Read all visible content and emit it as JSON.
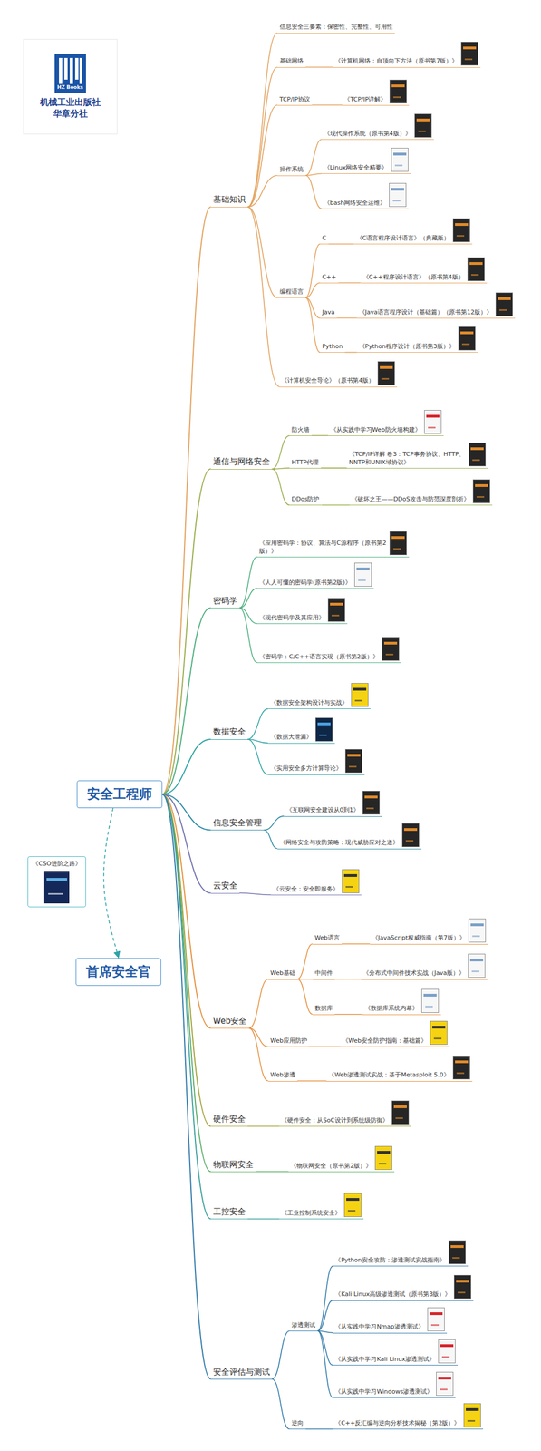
{
  "diagram": {
    "nodes": [
      {
        "text": [
          "HZ Books",
          "机械工业出版社 华章分社"
        ]
      },
      {
        "text": [
          "安全工程师"
        ]
      },
      {
        "text": [
          "首席安全官"
        ]
      },
      {
        "text": [
          "《CSO进阶之路》"
        ]
      },
      {
        "text": [
          "基础知识"
        ]
      },
      {
        "text": [
          "信息安全三要素：保密性、完整性、可用性"
        ]
      },
      {
        "text": [
          "基础网络"
        ]
      },
      {
        "text": [
          "《计算机网络：自顶向下方法（原书第7版）》"
        ]
      },
      {
        "text": [
          "TCP/IP协议"
        ]
      },
      {
        "text": [
          "《TCP/IP详解》"
        ]
      },
      {
        "text": [
          "操作系统"
        ]
      },
      {
        "text": [
          "《现代操作系统（原书第4版）》"
        ]
      },
      {
        "text": [
          "《Linux网络安全精要》"
        ]
      },
      {
        "text": [
          "《bash网络安全运维》"
        ]
      },
      {
        "text": [
          "编程语言"
        ]
      },
      {
        "text": [
          "C"
        ]
      },
      {
        "text": [
          "《C语言程序设计语言》（典藏版）"
        ]
      },
      {
        "text": [
          "C++"
        ]
      },
      {
        "text": [
          "《C++程序设计语言》（原书第4版）"
        ]
      },
      {
        "text": [
          "Java"
        ]
      },
      {
        "text": [
          "《Java语言程序设计（基础篇）（原书第12版）》"
        ]
      },
      {
        "text": [
          "Python"
        ]
      },
      {
        "text": [
          "《Python程序设计（原书第3版）》"
        ]
      },
      {
        "text": [
          "《计算机安全导论》（原书第4版）"
        ]
      },
      {
        "text": [
          "通信与网络安全"
        ]
      },
      {
        "text": [
          "防火墙"
        ]
      },
      {
        "text": [
          "《从实践中学习Web防火墙构建》"
        ]
      },
      {
        "text": [
          "HTTP代理"
        ]
      },
      {
        "text": [
          "《TCP/IP详解 卷3：TCP事务协议、HTTP、NNTP和UNIX域协议》"
        ]
      },
      {
        "text": [
          "DDos防护"
        ]
      },
      {
        "text": [
          "《破坏之王——DDoS攻击与防范深度剖析》"
        ]
      },
      {
        "text": [
          "密码学"
        ]
      },
      {
        "text": [
          "《应用密码学：协议、算法与C源程序（原书第2版）》"
        ]
      },
      {
        "text": [
          "《人人可懂的密码学(原书第2版)》"
        ]
      },
      {
        "text": [
          "《现代密码学及其应用》"
        ]
      },
      {
        "text": [
          "《密码学：C/C++语言实现（原书第2版）》"
        ]
      },
      {
        "text": [
          "数据安全"
        ]
      },
      {
        "text": [
          "《数据安全架构设计与实战》"
        ]
      },
      {
        "text": [
          "《数据大泄漏》"
        ]
      },
      {
        "text": [
          "《实用安全多方计算导论》"
        ]
      },
      {
        "text": [
          "信息安全管理"
        ]
      },
      {
        "text": [
          "《互联网安全建设从0到1》"
        ]
      },
      {
        "text": [
          "《网络安全与攻防策略：现代威胁应对之道》"
        ]
      },
      {
        "text": [
          "云安全"
        ]
      },
      {
        "text": [
          "《云安全：安全即服务》"
        ]
      },
      {
        "text": [
          "Web安全"
        ]
      },
      {
        "text": [
          "Web基础"
        ]
      },
      {
        "text": [
          "Web语言"
        ]
      },
      {
        "text": [
          "《JavaScript权威指南（第7版）》"
        ]
      },
      {
        "text": [
          "中间件"
        ]
      },
      {
        "text": [
          "《分布式中间件技术实战（Java版）》"
        ]
      },
      {
        "text": [
          "数据库"
        ]
      },
      {
        "text": [
          "《数据库系统内幕》"
        ]
      },
      {
        "text": [
          "Web应用防护"
        ]
      },
      {
        "text": [
          "《Web安全防护指南：基础篇》"
        ]
      },
      {
        "text": [
          "Web渗透"
        ]
      },
      {
        "text": [
          "《Web渗透测试实战：基于Metasploit 5.0》"
        ]
      },
      {
        "text": [
          "硬件安全"
        ]
      },
      {
        "text": [
          "《硬件安全：从SoC设计到系统级防御》"
        ]
      },
      {
        "text": [
          "物联网安全"
        ]
      },
      {
        "text": [
          "《物联网安全（原书第2版）》"
        ]
      },
      {
        "text": [
          "工控安全"
        ]
      },
      {
        "text": [
          "《工业控制系统安全》"
        ]
      },
      {
        "text": [
          "安全评估与测试"
        ]
      },
      {
        "text": [
          "渗透测试"
        ]
      },
      {
        "text": [
          "《Python安全攻防：渗透测试实战指南》"
        ]
      },
      {
        "text": [
          "《Kali Linux高级渗透测试（原书第3版）》"
        ]
      },
      {
        "text": [
          "《从实践中学习Nmap渗透测试》"
        ]
      },
      {
        "text": [
          "《从实践中学习Kali Linux渗透测试》"
        ]
      },
      {
        "text": [
          "《从实践中学习Windows渗透测试》"
        ]
      },
      {
        "text": [
          "逆向"
        ]
      },
      {
        "text": [
          "《C++反汇编与逆向分析技术揭秘（第2版）》"
        ]
      }
    ],
    "edges": [
      {
        "from": 1,
        "to": 2,
        "arrow": "to"
      },
      {
        "from": 1,
        "to": 4,
        "arrow": "none"
      },
      {
        "from": 4,
        "to": 5,
        "arrow": "none"
      },
      {
        "from": 4,
        "to": 6,
        "arrow": "none"
      },
      {
        "from": 6,
        "to": 7,
        "arrow": "none"
      },
      {
        "from": 4,
        "to": 8,
        "arrow": "none"
      },
      {
        "from": 8,
        "to": 9,
        "arrow": "none"
      },
      {
        "from": 4,
        "to": 10,
        "arrow": "none"
      },
      {
        "from": 10,
        "to": 11,
        "arrow": "none"
      },
      {
        "from": 10,
        "to": 12,
        "arrow": "none"
      },
      {
        "from": 10,
        "to": 13,
        "arrow": "none"
      },
      {
        "from": 4,
        "to": 14,
        "arrow": "none"
      },
      {
        "from": 14,
        "to": 15,
        "arrow": "none"
      },
      {
        "from": 15,
        "to": 16,
        "arrow": "none"
      },
      {
        "from": 14,
        "to": 17,
        "arrow": "none"
      },
      {
        "from": 17,
        "to": 18,
        "arrow": "none"
      },
      {
        "from": 14,
        "to": 19,
        "arrow": "none"
      },
      {
        "from": 19,
        "to": 20,
        "arrow": "none"
      },
      {
        "from": 14,
        "to": 21,
        "arrow": "none"
      },
      {
        "from": 21,
        "to": 22,
        "arrow": "none"
      },
      {
        "from": 4,
        "to": 23,
        "arrow": "none"
      },
      {
        "from": 1,
        "to": 24,
        "arrow": "none"
      },
      {
        "from": 24,
        "to": 25,
        "arrow": "none"
      },
      {
        "from": 25,
        "to": 26,
        "arrow": "none"
      },
      {
        "from": 24,
        "to": 27,
        "arrow": "none"
      },
      {
        "from": 27,
        "to": 28,
        "arrow": "none"
      },
      {
        "from": 24,
        "to": 29,
        "arrow": "none"
      },
      {
        "from": 29,
        "to": 30,
        "arrow": "none"
      },
      {
        "from": 1,
        "to": 31,
        "arrow": "none"
      },
      {
        "from": 31,
        "to": 32,
        "arrow": "none"
      },
      {
        "from": 31,
        "to": 33,
        "arrow": "none"
      },
      {
        "from": 31,
        "to": 34,
        "arrow": "none"
      },
      {
        "from": 31,
        "to": 35,
        "arrow": "none"
      },
      {
        "from": 1,
        "to": 36,
        "arrow": "none"
      },
      {
        "from": 36,
        "to": 37,
        "arrow": "none"
      },
      {
        "from": 36,
        "to": 38,
        "arrow": "none"
      },
      {
        "from": 36,
        "to": 39,
        "arrow": "none"
      },
      {
        "from": 1,
        "to": 40,
        "arrow": "none"
      },
      {
        "from": 40,
        "to": 41,
        "arrow": "none"
      },
      {
        "from": 40,
        "to": 42,
        "arrow": "none"
      },
      {
        "from": 1,
        "to": 43,
        "arrow": "none"
      },
      {
        "from": 43,
        "to": 44,
        "arrow": "none"
      },
      {
        "from": 1,
        "to": 45,
        "arrow": "none"
      },
      {
        "from": 45,
        "to": 46,
        "arrow": "none"
      },
      {
        "from": 46,
        "to": 47,
        "arrow": "none"
      },
      {
        "from": 47,
        "to": 48,
        "arrow": "none"
      },
      {
        "from": 46,
        "to": 49,
        "arrow": "none"
      },
      {
        "from": 49,
        "to": 50,
        "arrow": "none"
      },
      {
        "from": 46,
        "to": 51,
        "arrow": "none"
      },
      {
        "from": 51,
        "to": 52,
        "arrow": "none"
      },
      {
        "from": 45,
        "to": 53,
        "arrow": "none"
      },
      {
        "from": 53,
        "to": 54,
        "arrow": "none"
      },
      {
        "from": 45,
        "to": 55,
        "arrow": "none"
      },
      {
        "from": 55,
        "to": 56,
        "arrow": "none"
      },
      {
        "from": 1,
        "to": 57,
        "arrow": "none"
      },
      {
        "from": 57,
        "to": 58,
        "arrow": "none"
      },
      {
        "from": 1,
        "to": 59,
        "arrow": "none"
      },
      {
        "from": 59,
        "to": 60,
        "arrow": "none"
      },
      {
        "from": 1,
        "to": 61,
        "arrow": "none"
      },
      {
        "from": 61,
        "to": 62,
        "arrow": "none"
      },
      {
        "from": 1,
        "to": 63,
        "arrow": "none"
      },
      {
        "from": 63,
        "to": 64,
        "arrow": "none"
      },
      {
        "from": 64,
        "to": 65,
        "arrow": "none"
      },
      {
        "from": 64,
        "to": 66,
        "arrow": "none"
      },
      {
        "from": 64,
        "to": 67,
        "arrow": "none"
      },
      {
        "from": 64,
        "to": 68,
        "arrow": "none"
      },
      {
        "from": 64,
        "to": 69,
        "arrow": "none"
      },
      {
        "from": 63,
        "to": 70,
        "arrow": "none"
      },
      {
        "from": 70,
        "to": 71,
        "arrow": "none"
      }
    ]
  }
}
